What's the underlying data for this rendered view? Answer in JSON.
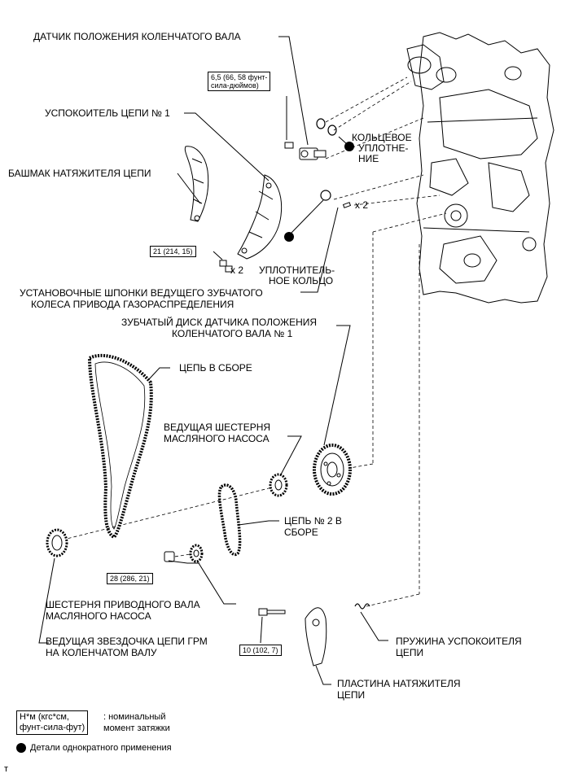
{
  "labels": {
    "crank_sensor": "ДАТЧИК ПОЛОЖЕНИЯ КОЛЕНЧАТОГО ВАЛА",
    "chain_damper_1": "УСПОКОИТЕЛЬ ЦЕПИ № 1",
    "tensioner_slipper": "БАШМАК НАТЯЖИТЕЛЯ ЦЕПИ",
    "o_ring_1": "КОЛЬЦЕВОЕ",
    "o_ring_2": "УПЛОТНЕ-",
    "o_ring_3": "НИЕ",
    "seal_ring_1": "УПЛОТНИТЕЛЬ-",
    "seal_ring_2": "НОЕ КОЛЬЦО",
    "keys_1": "УСТАНОВОЧНЫЕ ШПОНКИ ВЕДУЩЕГО ЗУБЧАТОГО",
    "keys_2": "КОЛЕСА ПРИВОДА ГАЗОРАСПРЕДЕЛЕНИЯ",
    "sensor_plate_1": "ЗУБЧАТЫЙ ДИСК ДАТЧИКА ПОЛОЖЕНИЯ",
    "sensor_plate_2": "КОЛЕНЧАТОГО ВАЛА № 1",
    "chain_assy": "ЦЕПЬ В СБОРЕ",
    "oil_pump_drive_gear_1": "ВЕДУЩАЯ ШЕСТЕРНЯ",
    "oil_pump_drive_gear_2": "МАСЛЯНОГО НАСОСА",
    "chain2_1": "ЦЕПЬ № 2 В",
    "chain2_2": "СБОРЕ",
    "oil_pump_shaft_gear_1": "ШЕСТЕРНЯ ПРИВОДНОГО ВАЛА",
    "oil_pump_shaft_gear_2": "МАСЛЯНОГО НАСОСА",
    "crank_sprocket_1": "ВЕДУЩАЯ ЗВЕЗДОЧКА ЦЕПИ ГРМ",
    "crank_sprocket_2": "НА КОЛЕНЧАТОМ ВАЛУ",
    "damper_spring_1": "ПРУЖИНА УСПОКОИТЕЛЯ",
    "damper_spring_2": "ЦЕПИ",
    "tensioner_plate_1": "ПЛАСТИНА НАТЯЖИТЕЛЯ",
    "tensioner_plate_2": "ЦЕПИ"
  },
  "quantities": {
    "x2_bolts": "x 2",
    "x2_keys": "x 2"
  },
  "torques": {
    "sensor_bolt_1": "6,5 (66, 58 фунт-",
    "sensor_bolt_2": "сила-дюймов)",
    "damper_bolts": "21 (214, 15)",
    "shaft_gear_nut": "28 (286, 21)",
    "plate_bolt": "10 (102, 7)"
  },
  "legend": {
    "units_1": "Н*м (кгс*см,",
    "units_2": "фунт-сила-фут)",
    "desc_1": ": номинальный",
    "desc_2": "момент затяжки",
    "non_reusable": "Детали однократного применения"
  },
  "footer_mark": "т"
}
